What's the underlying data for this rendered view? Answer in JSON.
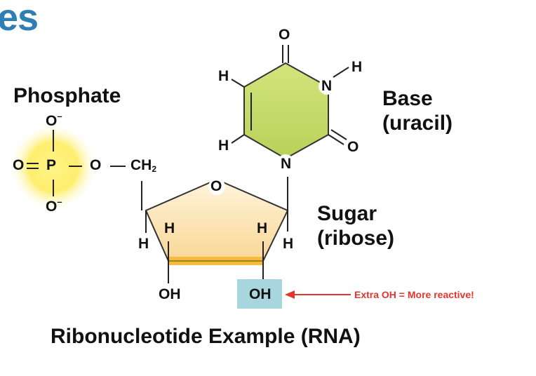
{
  "title_fragment": "es",
  "phosphate": {
    "label": "Phosphate",
    "o_top": "O",
    "o_bottom": "O",
    "charge_top": "–",
    "charge_bottom": "–",
    "o_double": "O",
    "p": "P",
    "o_link": "O",
    "ch2": "CH",
    "ch2_sub": "2"
  },
  "base": {
    "label_line1": "Base",
    "label_line2": "(uracil)",
    "o_top": "O",
    "n_top": "N",
    "h_n": "H",
    "h_top_left": "H",
    "h_bottom_left": "H",
    "o_right": "O",
    "n_bottom": "N"
  },
  "sugar": {
    "label_line1": "Sugar",
    "label_line2": "(ribose)",
    "o_ring": "O",
    "h_left_up": "H",
    "h_left_down": "H",
    "h_right_up": "H",
    "h_right_down": "H",
    "oh_left": "OH",
    "oh_right": "OH"
  },
  "annotation": "Extra OH = More reactive!",
  "caption": "Ribonucleotide Example (RNA)",
  "colors": {
    "title": "#2f7fb5",
    "base_fill": "#c6db6a",
    "sugar_fill": "#fde3b0",
    "sugar_edge": "#f0b93a",
    "phosphate_glow": "#ffe94d",
    "oh_highlight": "#a7d6de",
    "annotation": "#e2352b"
  }
}
